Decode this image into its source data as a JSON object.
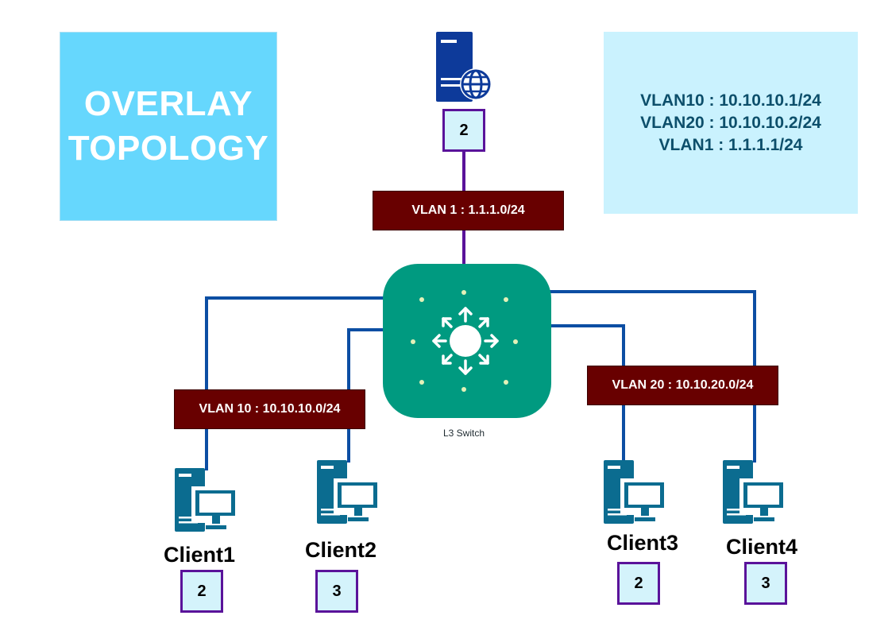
{
  "title": {
    "line1": "OVERLAY",
    "line2": "TOPOLOGY"
  },
  "info": {
    "lines": [
      "VLAN10 : 10.10.10.1/24",
      "VLAN20 : 10.10.10.2/24",
      "VLAN1 : 1.1.1.1/24"
    ]
  },
  "server": {
    "icon": "web-server-icon",
    "port_number": "2"
  },
  "vlan_labels": {
    "vlan1": "VLAN 1 : 1.1.1.0/24",
    "vlan10": "VLAN 10 : 10.10.10.0/24",
    "vlan20": "VLAN 20 : 10.10.20.0/24"
  },
  "switch": {
    "icon": "l3-switch-icon",
    "caption": "L3 Switch"
  },
  "clients": [
    {
      "name": "Client1",
      "number": "2",
      "icon": "client-workstation-icon"
    },
    {
      "name": "Client2",
      "number": "3",
      "icon": "client-workstation-icon"
    },
    {
      "name": "Client3",
      "number": "2",
      "icon": "client-workstation-icon"
    },
    {
      "name": "Client4",
      "number": "3",
      "icon": "client-workstation-icon"
    }
  ],
  "colors": {
    "title_box": "#66d7fd",
    "info_box": "#caf2fe",
    "vlan_label": "#680000",
    "switch": "#009a80",
    "link_blue": "#0c4ea3",
    "link_purple": "#5a139a",
    "client_icon": "#0b6c90",
    "server_icon": "#0d3a9a"
  }
}
